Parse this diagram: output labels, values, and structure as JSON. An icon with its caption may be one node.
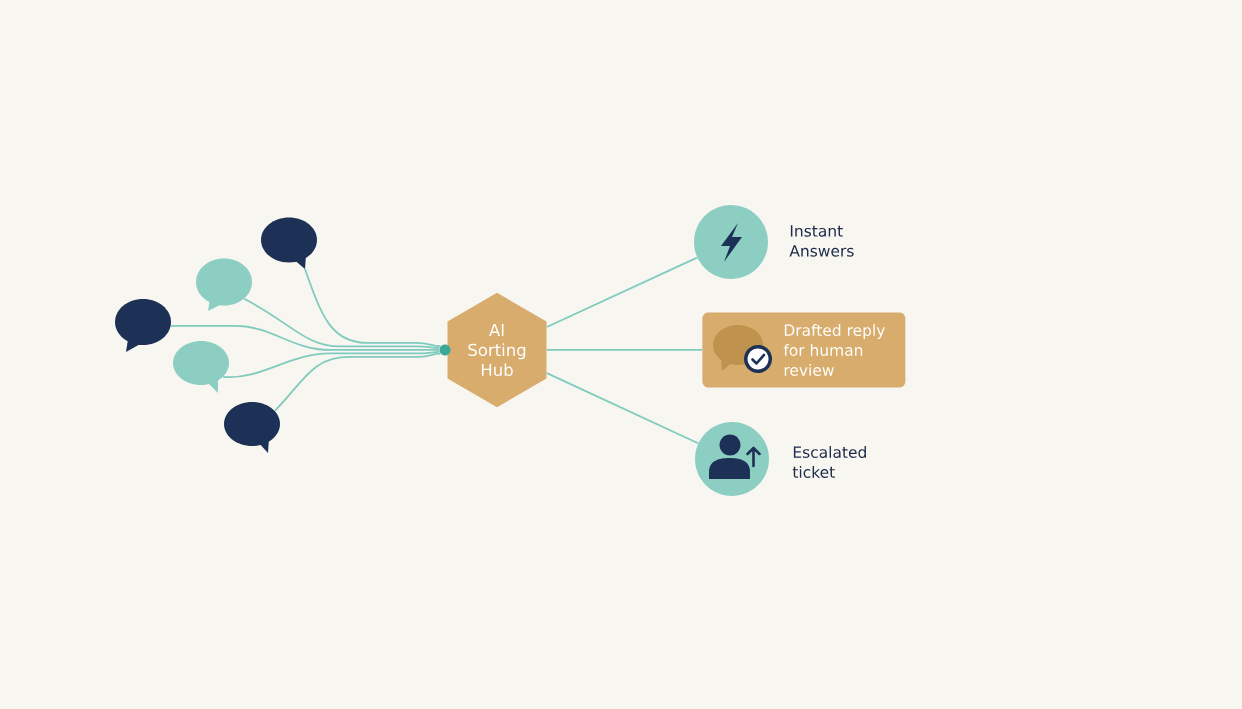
{
  "diagram": {
    "nodes": [
      {
        "text": [],
        "shape": "bubble"
      },
      {
        "text": [],
        "shape": "bubble"
      },
      {
        "text": [],
        "shape": "bubble"
      },
      {
        "text": [],
        "shape": "bubble"
      },
      {
        "text": [],
        "shape": "bubble"
      },
      {
        "text": [],
        "shape": "circle"
      },
      {
        "text": [
          "AI Sorting Hub"
        ]
      },
      {
        "text": [],
        "shape": "circle",
        "beside": [
          "Instant Answers"
        ]
      },
      {
        "text": [
          "Drafted reply for human review"
        ]
      },
      {
        "text": [],
        "shape": "circle",
        "beside": [
          "Escalated ticket"
        ]
      }
    ],
    "edges": [
      {
        "from": 0,
        "to": 5,
        "arrow": "none"
      },
      {
        "from": 1,
        "to": 5,
        "arrow": "none"
      },
      {
        "from": 2,
        "to": 5,
        "arrow": "none"
      },
      {
        "from": 3,
        "to": 5,
        "arrow": "none"
      },
      {
        "from": 4,
        "to": 5,
        "arrow": "none"
      },
      {
        "from": 6,
        "to": 7,
        "arrow": "none"
      },
      {
        "from": 6,
        "to": 8,
        "arrow": "none"
      },
      {
        "from": 6,
        "to": 9,
        "arrow": "none"
      }
    ]
  }
}
